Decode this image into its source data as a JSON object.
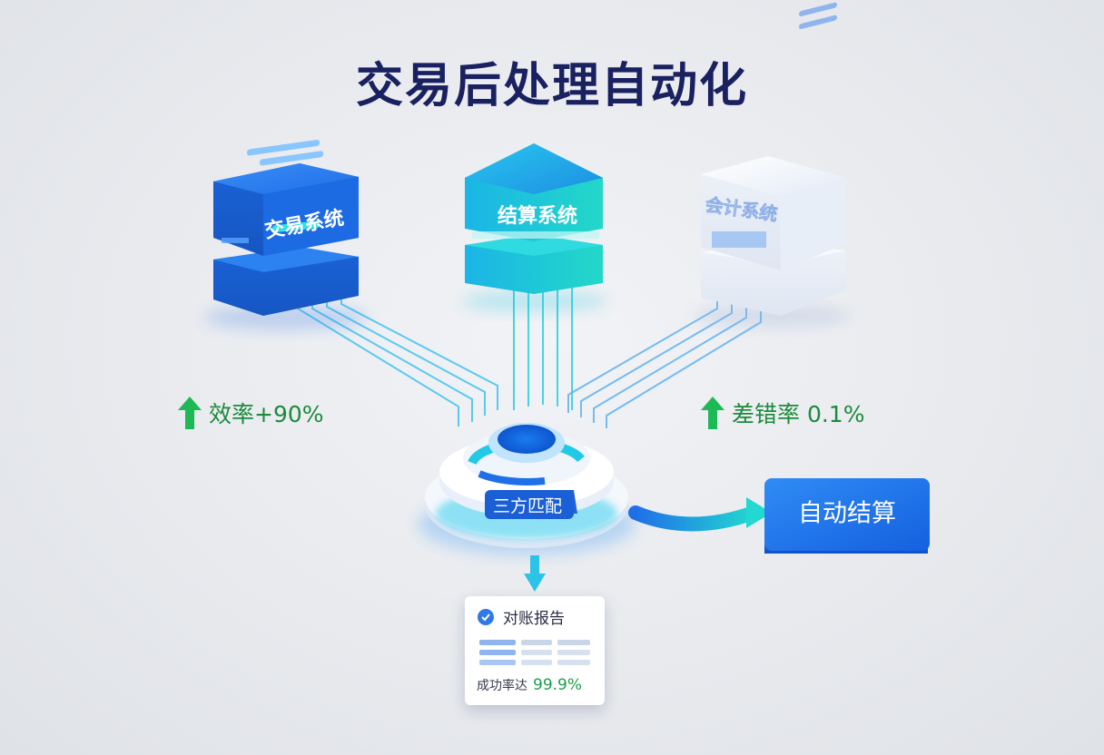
{
  "title": "交易后处理自动化",
  "systems": {
    "trading": "交易系统",
    "settlement": "结算系统",
    "accounting": "会计系统"
  },
  "hub": {
    "label": "三方匹配"
  },
  "output": {
    "label": "自动结算"
  },
  "stats": {
    "efficiency": "效率+90%",
    "error_rate": "差错率 0.1%"
  },
  "report": {
    "title": "对账报告",
    "success_label": "成功率达",
    "success_value": "99.9%"
  },
  "colors": {
    "title": "#1a2160",
    "primary_blue": "#1f6fe8",
    "cyan": "#22d3e0",
    "green": "#1d9e4a"
  },
  "icons": {
    "stat_arrow": "arrow-up-icon",
    "report_check": "check-circle-icon"
  }
}
